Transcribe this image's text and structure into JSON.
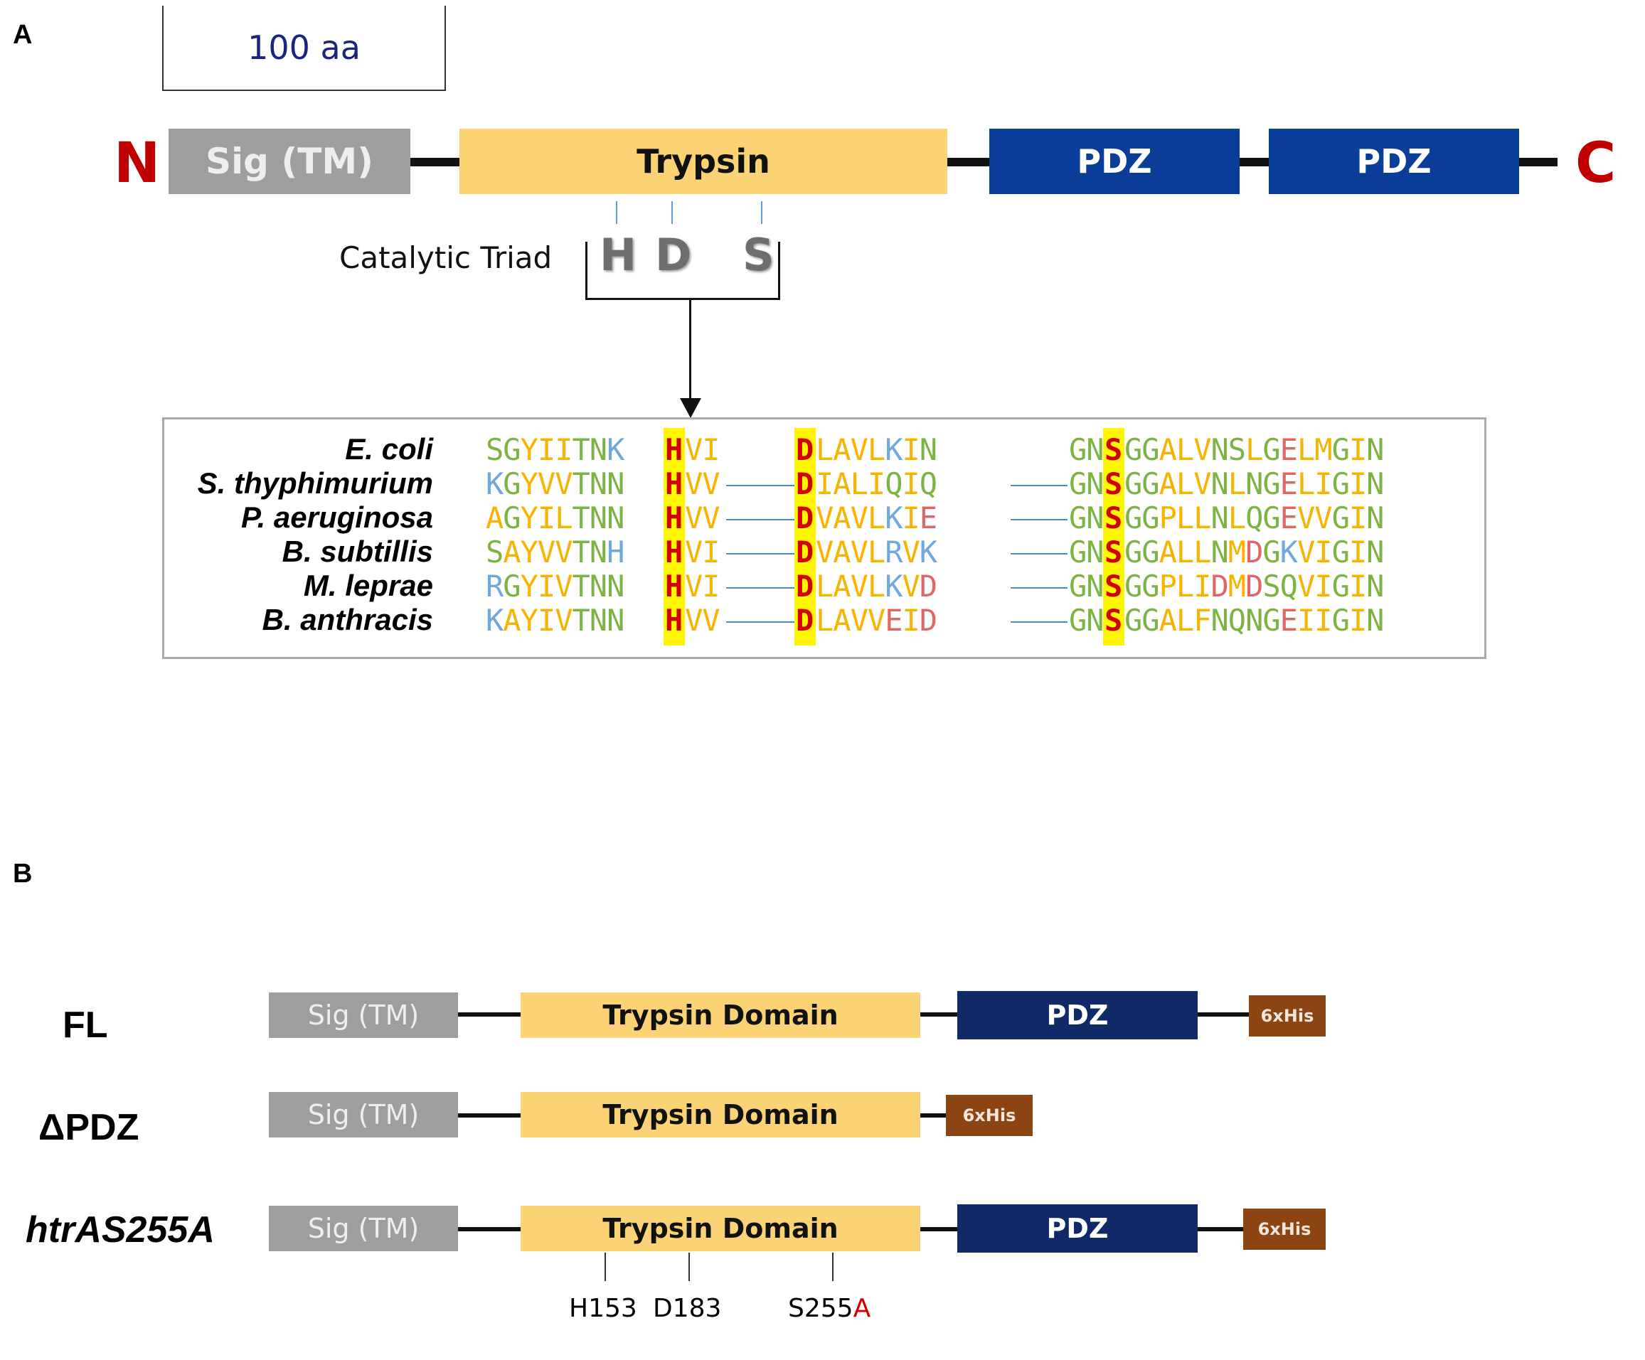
{
  "panel_a": {
    "letter": "A",
    "scale_bar_label": "100 aa",
    "n_terminus": "N",
    "c_terminus": "C",
    "domains": {
      "sig": "Sig (TM)",
      "trypsin": "Trypsin",
      "pdz1": "PDZ",
      "pdz2": "PDZ"
    },
    "catalytic_triad_label": "Catalytic Triad",
    "triad": [
      "H",
      "D",
      "S"
    ],
    "alignment": [
      {
        "species": "E. coli",
        "seg1": "SGYIITNK",
        "h": "H",
        "seg2": "VI",
        "d": "D",
        "seg3": "LAVLKIN",
        "s_pre": "GN",
        "s": "S",
        "seg4": "GGALVNSLGELMGIN"
      },
      {
        "species": "S. thyphimurium",
        "seg1": "KGYVVTNN",
        "h": "H",
        "seg2": "VV",
        "d": "D",
        "seg3": "IALIQIQ",
        "s_pre": "GN",
        "s": "S",
        "seg4": "GGALVNLNGELIGIN"
      },
      {
        "species": "P. aeruginosa",
        "seg1": "AGYILTNN",
        "h": "H",
        "seg2": "VV",
        "d": "D",
        "seg3": "VAVLKIE",
        "s_pre": "GN",
        "s": "S",
        "seg4": "GGPLLNLQGEVVGIN"
      },
      {
        "species": "B. subtillis",
        "seg1": "SAYVVTNH",
        "h": "H",
        "seg2": "VI",
        "d": "D",
        "seg3": "VAVLRVK",
        "s_pre": "GN",
        "s": "S",
        "seg4": "GGALLNMDGKVIGIN"
      },
      {
        "species": "M. leprae",
        "seg1": "RGYIVTNN",
        "h": "H",
        "seg2": "VI",
        "d": "D",
        "seg3": "LAVLKVD",
        "s_pre": "GN",
        "s": "S",
        "seg4": "GGPLIDMDSQVIGIN"
      },
      {
        "species": "B. anthracis",
        "seg1": "KAYIVTNN",
        "h": "H",
        "seg2": "VV",
        "d": "D",
        "seg3": "LAVVEID",
        "s_pre": "GN",
        "s": "S",
        "seg4": "GGALFNQNGEIIGIN"
      }
    ]
  },
  "panel_b": {
    "letter": "B",
    "constructs": [
      {
        "label": "FL",
        "sig": "Sig (TM)",
        "trypsin": "Trypsin Domain",
        "pdz": "PDZ",
        "tag": "6xHis"
      },
      {
        "label": "ΔPDZ",
        "sig": "Sig (TM)",
        "trypsin": "Trypsin Domain",
        "tag": "6xHis"
      },
      {
        "label": "htrAS255A",
        "sig": "Sig (TM)",
        "trypsin": "Trypsin Domain",
        "pdz": "PDZ",
        "tag": "6xHis"
      }
    ],
    "sites": {
      "h": "H153",
      "d": "D183",
      "s": "S255",
      "s_mut": "A"
    }
  },
  "colors": {
    "sig": "#9e9e9e",
    "trypsin": "#fcd374",
    "pdz": "#0b3e99",
    "pdz_dark": "#0f2a66",
    "his_tag": "#8a4513",
    "terminus": "#c00000",
    "highlight": "#fff500",
    "catalytic_residue": "#d40000"
  }
}
